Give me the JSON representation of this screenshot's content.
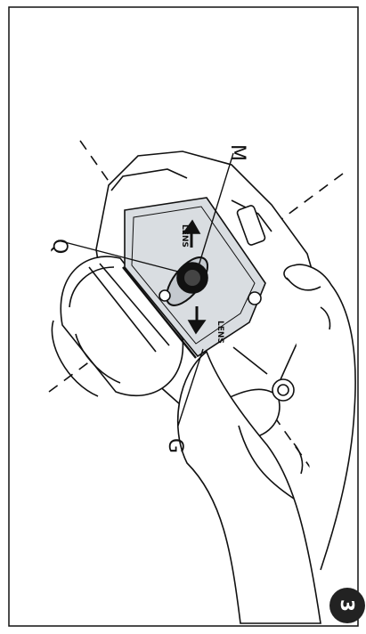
{
  "callouts": {
    "q": "Q",
    "m": "M",
    "g": "G"
  },
  "plate_labels": {
    "lens_top": "LENS",
    "lens_bottom": "LENS"
  },
  "badge": {
    "number": "3",
    "color": "#222222"
  },
  "illustration": {
    "subject": "hand-holding-camera-tripod-plate-illustration",
    "line_color": "#111111",
    "plate_fill": "#d9dde1"
  }
}
